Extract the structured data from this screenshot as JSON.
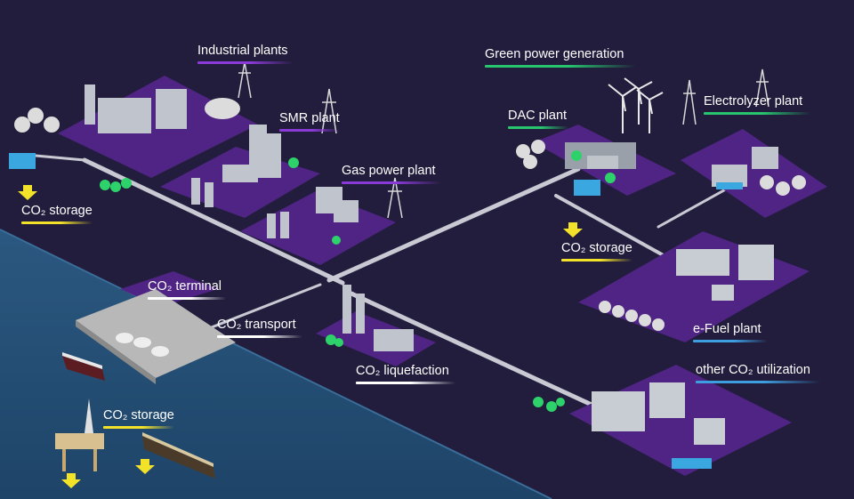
{
  "colors": {
    "background": "#221d3c",
    "sea": "#2d5a85",
    "platform": "#55288f",
    "pipeline": "#c9c9d4",
    "accent_purple": "#8a3ad6",
    "accent_green": "#26c56e",
    "accent_yellow": "#f2e22a",
    "accent_blue": "#3d9ee0",
    "accent_white": "#ffffff",
    "storage_arrow": "#f2e22a"
  },
  "labels": {
    "industrial_plants": "Industrial plants",
    "smr_plant": "SMR plant",
    "gas_power_plant": "Gas power plant",
    "co2_storage_west": "CO₂ storage",
    "co2_terminal": "CO₂ terminal",
    "co2_transport": "CO₂ transport",
    "co2_liquefaction": "CO₂ liquefaction",
    "co2_storage_offshore": "CO₂ storage",
    "green_power_generation": "Green power generation",
    "dac_plant": "DAC plant",
    "electrolyzer_plant": "Electrolyzer plant",
    "co2_storage_east": "CO₂ storage",
    "efuel_plant": "e-Fuel plant",
    "other_co2_utilization": "other CO₂ utilization"
  },
  "label_accents": {
    "industrial_plants": "purple",
    "smr_plant": "purple",
    "gas_power_plant": "purple",
    "co2_storage_west": "yellow",
    "co2_terminal": "white",
    "co2_transport": "white",
    "co2_liquefaction": "white",
    "co2_storage_offshore": "yellow",
    "green_power_generation": "green",
    "dac_plant": "green",
    "electrolyzer_plant": "green",
    "co2_storage_east": "yellow",
    "efuel_plant": "blue",
    "other_co2_utilization": "blue"
  }
}
